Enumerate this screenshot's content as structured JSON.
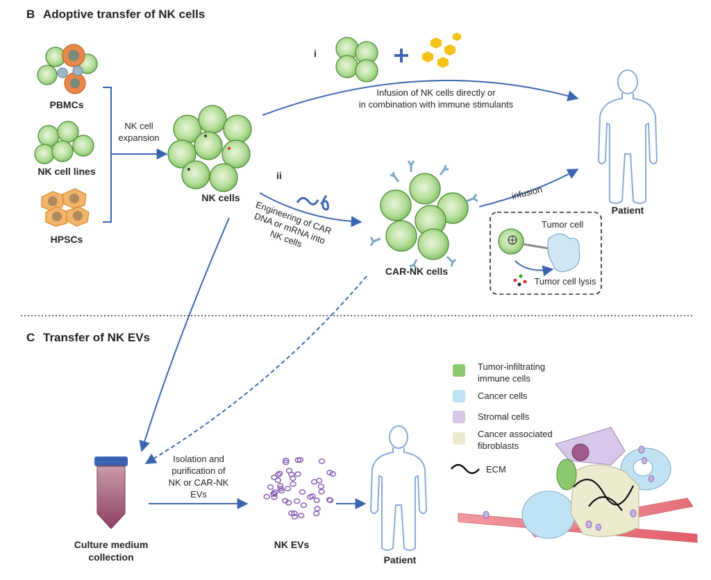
{
  "sectionB": {
    "letter": "B",
    "title": "Adoptive transfer of NK cells"
  },
  "sectionC": {
    "letter": "C",
    "title": "Transfer of NK EVs"
  },
  "sources": [
    "PBMCs",
    "NK cell lines",
    "HPSCs"
  ],
  "expansion": [
    "NK cell",
    "expansion"
  ],
  "nk_cells": "NK cells",
  "route_i": {
    "numeral": "i",
    "text": [
      "Infusion of NK cells directly or",
      "in combination with immune stimulants"
    ]
  },
  "route_ii": {
    "numeral": "ii",
    "text": [
      "Engineering of CAR",
      "DNA or  mRNA into",
      "NK cells"
    ]
  },
  "car_nk": "CAR-NK cells",
  "infusion": "infusion",
  "patient": "Patient",
  "tumor_cell": "Tumor cell",
  "tumor_lysis": "Tumor cell lysis",
  "isolation": [
    "Isolation and",
    "purification of",
    "NK or  CAR-NK",
    "EVs"
  ],
  "culture": [
    "Culture medium",
    "collection"
  ],
  "nk_evs": "NK EVs",
  "legend": [
    {
      "lines": [
        "Tumor-infiltrating",
        "immune cells"
      ],
      "color": "#8cc96e"
    },
    {
      "lines": [
        "Cancer cells"
      ],
      "color": "#bfe3f3"
    },
    {
      "lines": [
        "Stromal cells"
      ],
      "color": "#d8c7e8"
    },
    {
      "lines": [
        "Cancer associated",
        "fibroblasts"
      ],
      "color": "#ecebcf"
    }
  ],
  "ecm": "ECM",
  "colors": {
    "arrow": "#3a66b0",
    "nk_cell": "#9fd585",
    "ev": "#8a5fb5"
  }
}
